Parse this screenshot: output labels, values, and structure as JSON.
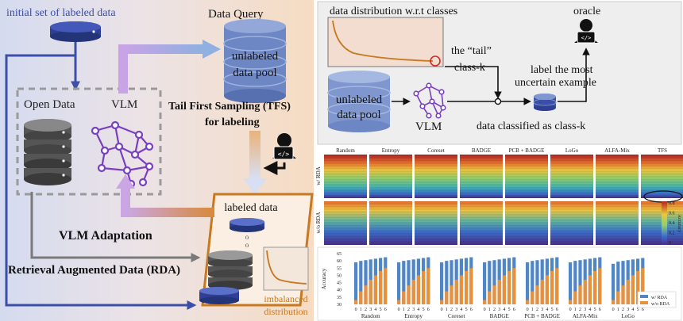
{
  "left_panel": {
    "initial_label": "initial set of labeled data",
    "data_query_label": "Data Query",
    "pool_label_1": "unlabeled",
    "pool_label_2": "data pool",
    "open_data_label": "Open Data",
    "vlm_label": "VLM",
    "tfs_label_1": "Tail First Sampling (TFS)",
    "tfs_label_2": "for labeling",
    "labeled_data_label": "labeled data",
    "vlm_adaptation_label": "VLM Adaptation",
    "rda_label": "Retrieval Augmented Data (RDA)",
    "imbalanced_label_1": "imbalanced",
    "imbalanced_label_2": "distribution",
    "colors": {
      "accent_blue": "#3b4ea8",
      "accent_orange": "#c8781f",
      "accent_purple": "#7a3fc0"
    }
  },
  "top_right": {
    "dist_label": "data distribution w.r.t classes",
    "oracle_label": "oracle",
    "tail_label_1": "the “tail”",
    "tail_label_2": "class-k",
    "label_most_1": "label the most",
    "label_most_2": "uncertain example",
    "pool_label_1": "unlabeled",
    "pool_label_2": "data pool",
    "vlm_label": "VLM",
    "classified_label": "data classified as class-k"
  },
  "heatmaps": {
    "methods": [
      "Random",
      "Entropy",
      "Coreset",
      "BADGE",
      "PCB + BADGE",
      "LoGo",
      "ALFA-Mix",
      "TFS"
    ],
    "row_labels": [
      "w/ RDA",
      "w/o RDA"
    ],
    "colorbar_ticks": [
      "0.8",
      "0.6",
      "0.4",
      "0.2",
      "0"
    ],
    "colorbar_label": "Accuracy"
  },
  "chart_data": {
    "type": "bar",
    "ylabel": "Accuracy",
    "ylim": [
      30,
      65
    ],
    "yticks": [
      "65",
      "60",
      "55",
      "50",
      "45",
      "40",
      "35",
      "30"
    ],
    "groups": [
      "Random",
      "Entropy",
      "Coreset",
      "BADGE",
      "PCB + BADGE",
      "ALFA-Mix",
      "LoGo"
    ],
    "categories": [
      "0",
      "1",
      "2",
      "3",
      "4",
      "5",
      "6"
    ],
    "series": [
      {
        "name": "w/ RDA",
        "color": "#4f86c6",
        "values": [
          [
            59,
            60,
            60.5,
            61,
            61.5,
            62,
            62.5
          ],
          [
            59,
            60,
            60.5,
            61,
            61.5,
            62,
            62.5
          ],
          [
            59,
            60,
            60.5,
            61,
            61.5,
            62,
            62.5
          ],
          [
            59,
            60,
            60.5,
            61,
            61.5,
            62,
            62.5
          ],
          [
            59,
            60,
            60.5,
            61,
            61.5,
            62,
            62.5
          ],
          [
            59,
            60,
            60.5,
            61,
            61.5,
            62,
            62.5
          ],
          [
            58,
            59.5,
            60,
            60.5,
            61,
            61.5,
            62
          ]
        ]
      },
      {
        "name": "w/o RDA",
        "color": "#e8913a",
        "values": [
          [
            33,
            39,
            43,
            47,
            50,
            53,
            55
          ],
          [
            33,
            39,
            43,
            47,
            50,
            53,
            55
          ],
          [
            33,
            39,
            43,
            47,
            50,
            53,
            55
          ],
          [
            33,
            39,
            43,
            47,
            50,
            53,
            55
          ],
          [
            33,
            39,
            43,
            47,
            50,
            53,
            55
          ],
          [
            33,
            39,
            43,
            47,
            50,
            53,
            55
          ],
          [
            33,
            39,
            43,
            47,
            50,
            53,
            55
          ]
        ]
      }
    ]
  }
}
